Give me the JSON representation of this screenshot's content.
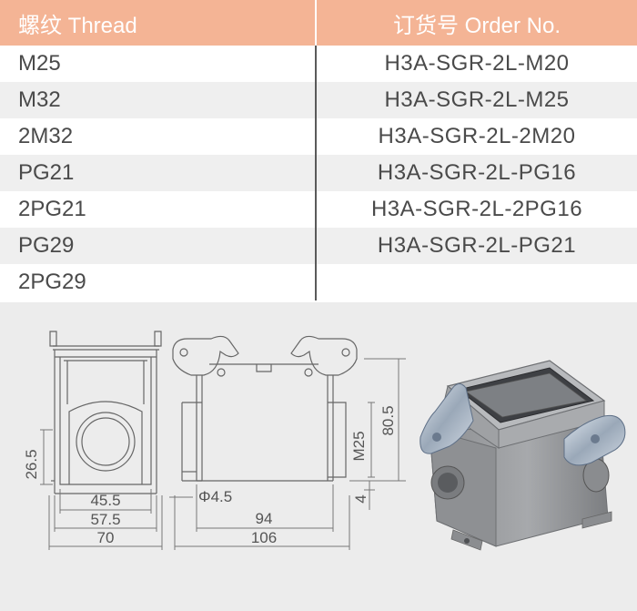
{
  "table": {
    "headers": {
      "thread": "螺纹 Thread",
      "order": "订货号 Order No."
    },
    "rows": [
      {
        "thread": "M25",
        "order": "H3A-SGR-2L-M20"
      },
      {
        "thread": "M32",
        "order": "H3A-SGR-2L-M25"
      },
      {
        "thread": "2M32",
        "order": "H3A-SGR-2L-2M20"
      },
      {
        "thread": "PG21",
        "order": "H3A-SGR-2L-PG16"
      },
      {
        "thread": "2PG21",
        "order": "H3A-SGR-2L-2PG16"
      },
      {
        "thread": "PG29",
        "order": "H3A-SGR-2L-PG21"
      },
      {
        "thread": "2PG29",
        "order": ""
      }
    ]
  },
  "drawing": {
    "dims": {
      "d26_5": "26.5",
      "d45_5": "45.5",
      "d57_5": "57.5",
      "d70": "70",
      "phi4_5": "Φ4.5",
      "d94": "94",
      "d106": "106",
      "m25": "M25",
      "d80_5": "80.5",
      "d4": "4"
    }
  },
  "colors": {
    "header_bg": "#f4b495",
    "row_alt": "#efefef",
    "figure_bg": "#ececec"
  }
}
